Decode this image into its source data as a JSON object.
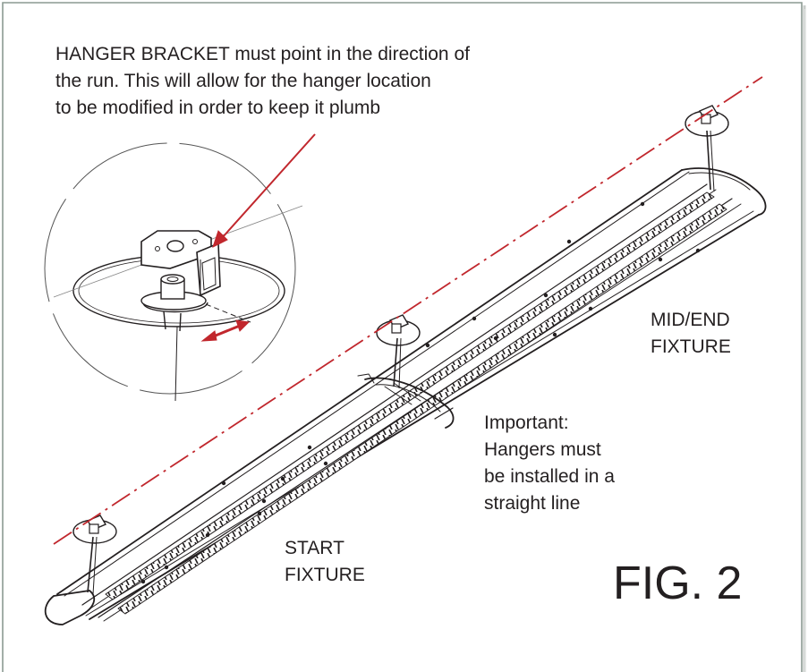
{
  "bracket_note": {
    "lines": [
      "HANGER BRACKET must point in the direction of",
      "the run. This will allow for the hanger location",
      "to be modified in order to keep it plumb"
    ]
  },
  "mid_end_label": {
    "lines": [
      "MID/END",
      "FIXTURE"
    ]
  },
  "important_note": {
    "lines": [
      "Important:",
      "Hangers must",
      "be installed in a",
      "straight line"
    ]
  },
  "start_label": {
    "lines": [
      "START",
      "FIXTURE"
    ]
  },
  "figure_label": "FIG. 2",
  "colors": {
    "run_line": "#c1272d",
    "arrow": "#c1272d",
    "drawing": "#231f20",
    "frame": "#8c9a92"
  }
}
